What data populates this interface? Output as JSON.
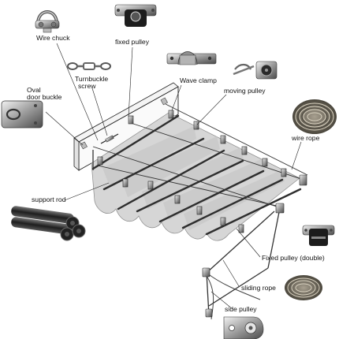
{
  "labels": {
    "wire_chuck": "Wire chuck",
    "fixed_pulley": "fixed pulley",
    "turnbuckle_screw_l1": "Turnbuckle",
    "turnbuckle_screw_l2": "screw",
    "oval_door_buckle_l1": "Oval",
    "oval_door_buckle_l2": "door buckle",
    "wave_clamp": "Wave clamp",
    "moving_pulley": "moving pulley",
    "wire_rope": "wire rope",
    "support_rod": "support rod",
    "fixed_pulley_double": "Fixed pulley (double)",
    "sliding_rope": "sliding rope",
    "side_pulley": "side pulley"
  },
  "colors": {
    "line": "#222222",
    "fabric": "#d4d4d4",
    "fabric_edge": "#8a8a8a",
    "rod": "#2e2e2e",
    "metal": "#9a9a9a"
  }
}
